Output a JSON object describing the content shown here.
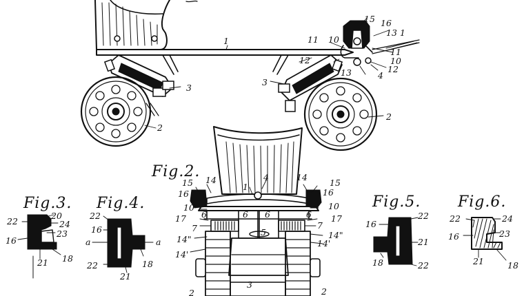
{
  "figures": {
    "fig2": "Fig.2.",
    "fig3": "Fig.3.",
    "fig4": "Fig.4.",
    "fig5": "Fig.5.",
    "fig6": "Fig.6."
  },
  "top_view": {
    "labels": [
      "15",
      "16",
      "13",
      "1",
      "1",
      "11",
      "10",
      "11",
      "10",
      "12",
      "12",
      "13",
      "4",
      "3",
      "3",
      "2",
      "2"
    ]
  },
  "fig2_view": {
    "labels": [
      "15",
      "14",
      "16",
      "1",
      "4",
      "14",
      "15",
      "16",
      "6",
      "6",
      "6",
      "6",
      "10",
      "10",
      "17",
      "17",
      "7",
      "7",
      "5",
      "14\"",
      "14\"",
      "14'",
      "14'",
      "3",
      "2",
      "2"
    ]
  },
  "fig3_view": {
    "labels": [
      "20",
      "22",
      "24",
      "23",
      "16",
      "21",
      "18"
    ]
  },
  "fig4_view": {
    "labels": [
      "22",
      "16",
      "a",
      "a",
      "22",
      "21",
      "18"
    ]
  },
  "fig5_view": {
    "labels": [
      "22",
      "16",
      "21",
      "18",
      "22"
    ]
  },
  "fig6_view": {
    "labels": [
      "22",
      "24",
      "23",
      "16",
      "21",
      "18"
    ]
  }
}
